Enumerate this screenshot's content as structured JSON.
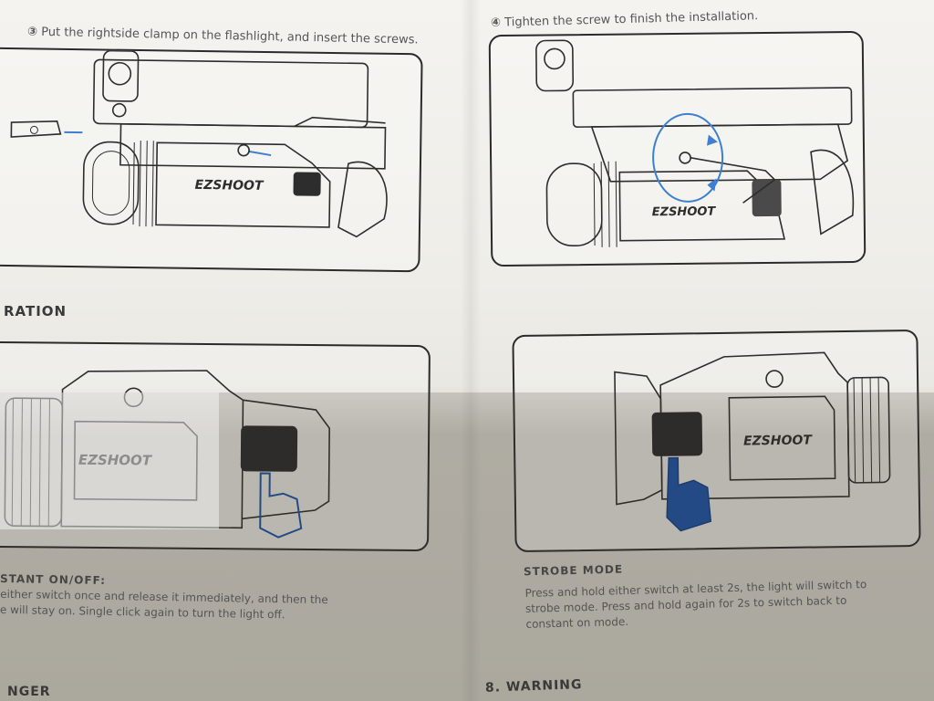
{
  "step3": {
    "number": "③",
    "caption": "Put the rightside clamp on the flashlight, and insert the screws."
  },
  "step4": {
    "number": "④",
    "caption": "Tighten the screw to finish the installation."
  },
  "operation": {
    "title": "RATION"
  },
  "brand": {
    "logo_text": "EZSHOOT"
  },
  "constant_mode": {
    "title": "STANT ON/OFF:",
    "lines": [
      "either switch once and release it immediately, and then the",
      "e will stay on. Single click again to turn the light off."
    ]
  },
  "strobe_mode": {
    "title": "STROBE MODE",
    "lines": [
      "Press and hold either switch at least 2s, the light will switch to",
      "strobe mode. Press and hold again for 2s to switch back to",
      "constant on mode."
    ]
  },
  "bottom": {
    "left_heading": "NGER",
    "right_heading": "8. WARNING"
  },
  "colors": {
    "accent_blue": "#3f7fd0",
    "ink": "#2d2d2d",
    "finger_blue": "#1f4f9a"
  },
  "icons": [
    "screw-arrow-icon",
    "rotation-arrow-icon",
    "pointing-hand-icon"
  ]
}
